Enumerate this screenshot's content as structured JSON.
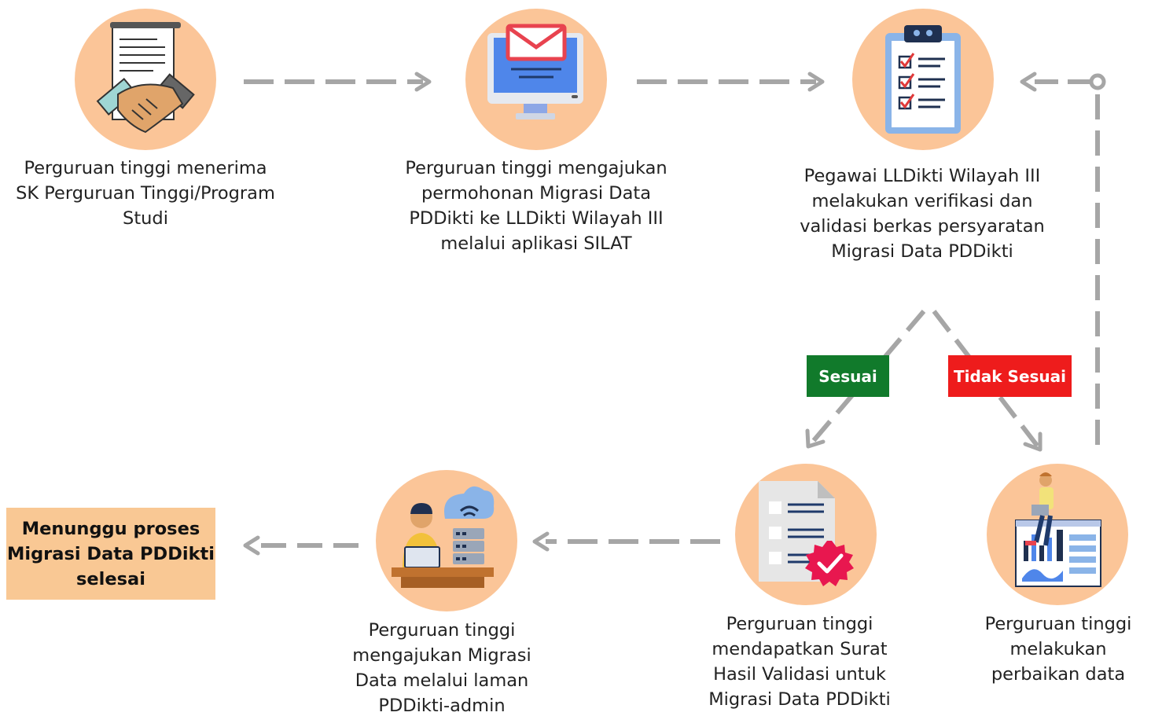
{
  "colors": {
    "circle_fill": "#fbc598",
    "arrow": "#a6a6a6",
    "final_box": "#f9c894",
    "sesuai_badge": "#117a2b",
    "tidak_sesuai_badge": "#ee1c1c"
  },
  "steps": [
    {
      "icon": "handshake-document-icon",
      "caption": "Perguruan tinggi menerima SK Perguruan Tinggi/Program Studi"
    },
    {
      "icon": "computer-email-icon",
      "caption": "Perguruan tinggi mengajukan permohonan Migrasi Data PDDikti ke LLDikti Wilayah III melalui aplikasi SILAT"
    },
    {
      "icon": "clipboard-checklist-icon",
      "caption": "Pegawai LLDikti Wilayah III melakukan verifikasi dan validasi berkas persyaratan Migrasi Data PDDikti"
    },
    {
      "icon": "person-charts-icon",
      "caption": "Perguruan tinggi melakukan perbaikan data"
    },
    {
      "icon": "certified-document-icon",
      "caption": "Perguruan tinggi mendapatkan Surat Hasil Validasi untuk Migrasi Data PDDikti"
    },
    {
      "icon": "person-laptop-cloud-server-icon",
      "caption": "Perguruan tinggi mengajukan Migrasi Data melalui laman PDDikti-admin"
    }
  ],
  "branches": {
    "yes": "Sesuai",
    "no": "Tidak Sesuai"
  },
  "final": {
    "text": "Menunggu proses Migrasi Data PDDikti selesai"
  }
}
